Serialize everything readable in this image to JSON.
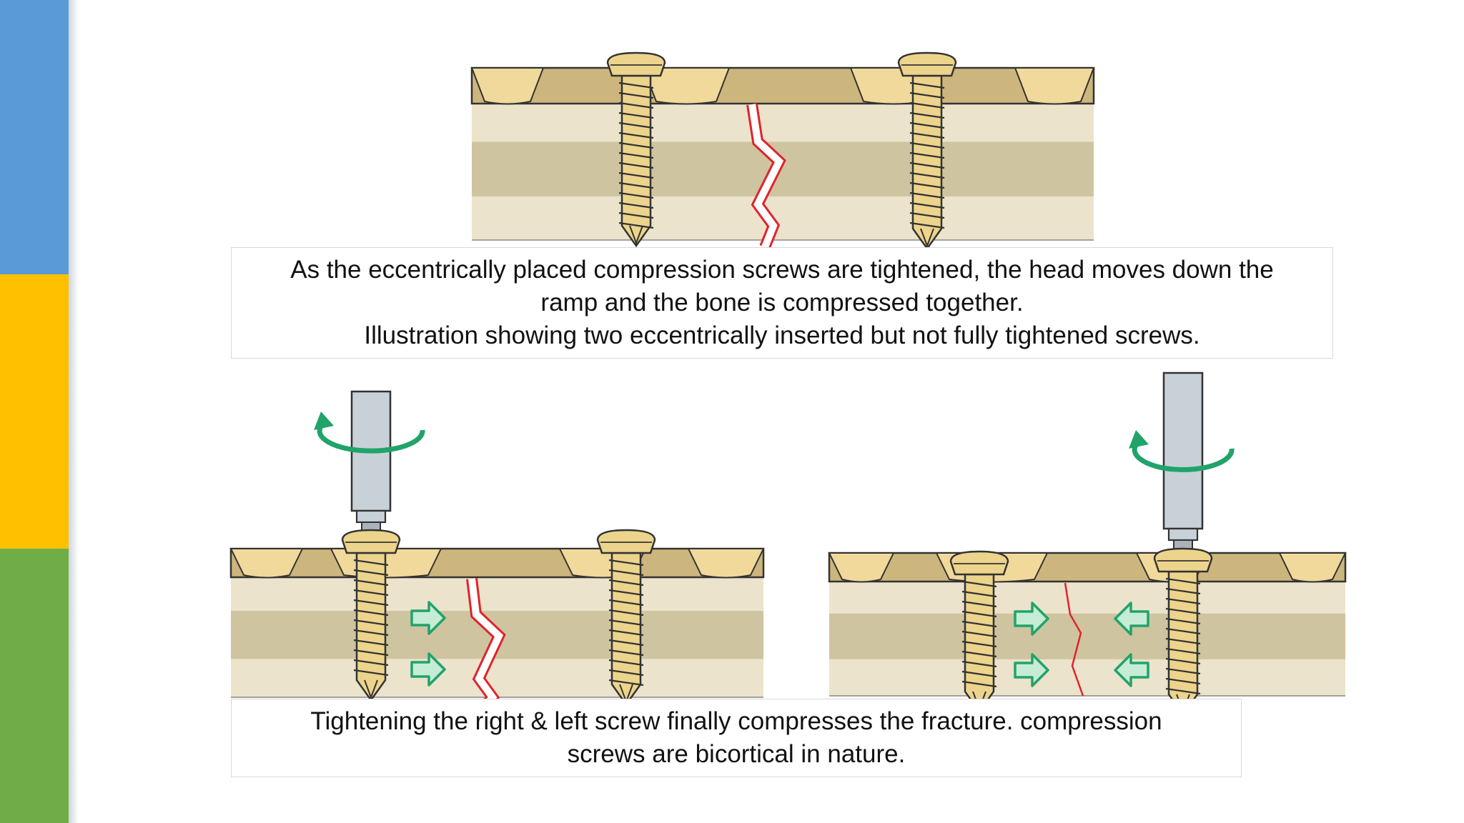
{
  "colors": {
    "band_blue": "#5b9bd5",
    "band_yellow": "#ffc000",
    "band_green": "#70ad47",
    "plate_light": "#f0d99a",
    "plate_dark": "#cdb67d",
    "bone_light": "#ebe3cb",
    "bone_dark": "#cec4a0",
    "screw": "#ecd48c",
    "fracture": "#e0232b",
    "arrow": "#21a36a",
    "arrow_fill": "#c6ecd6",
    "driver": "#c9d1d8"
  },
  "captions": {
    "top_line1": "As the eccentrically placed compression screws are tightened, the head moves down the",
    "top_line2": "ramp and the bone is compressed together.",
    "top_line3": "Illustration showing two eccentrically inserted but not fully tightened screws.",
    "bottom_line1": "Tightening the right & left screw finally compresses the fracture. compression",
    "bottom_line2": "screws are bicortical in nature."
  },
  "icons": {
    "rotation": "rotate-arrow-icon",
    "compression": "compression-arrow-icon"
  }
}
